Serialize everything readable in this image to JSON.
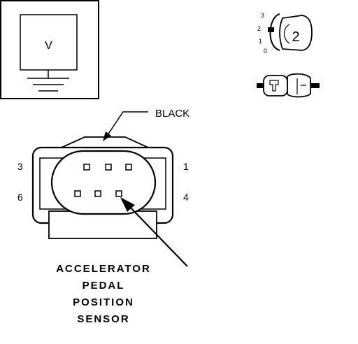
{
  "meter": {
    "symbol": "V"
  },
  "probe": {
    "positions": [
      "3",
      "2",
      "1",
      "0"
    ],
    "selected": "2"
  },
  "connector": {
    "wire_color": "BLACK",
    "pin_labels": {
      "top_left": "3",
      "top_right": "1",
      "bottom_left": "6",
      "bottom_right": "4"
    }
  },
  "caption": {
    "lines": [
      "ACCELERATOR",
      "PEDAL",
      "POSITION",
      "SENSOR"
    ]
  }
}
